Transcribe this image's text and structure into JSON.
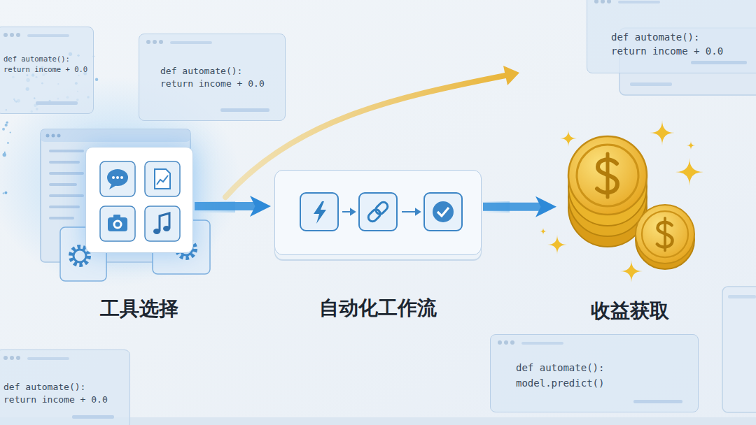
{
  "diagram": {
    "nodes": [
      {
        "text": [
          "def automate():",
          "return income + 0.0"
        ]
      },
      {
        "text": [
          "def automate():",
          "return income + 0.0"
        ]
      },
      {
        "text": [
          "def automate():",
          "return income + 0.0"
        ]
      },
      {
        "text": [
          "工具选择"
        ]
      },
      {
        "text": [
          "自动化工作流"
        ]
      },
      {
        "text": [
          "收益获取"
        ]
      },
      {
        "text": [
          "def automate():",
          "return income + 0.0"
        ]
      },
      {
        "text": [
          "def automate():",
          "model.predict()"
        ]
      }
    ],
    "edges": [
      {
        "from": 3,
        "to": 4,
        "arrow": "to"
      },
      {
        "from": 4,
        "to": 5,
        "arrow": "to"
      }
    ]
  }
}
